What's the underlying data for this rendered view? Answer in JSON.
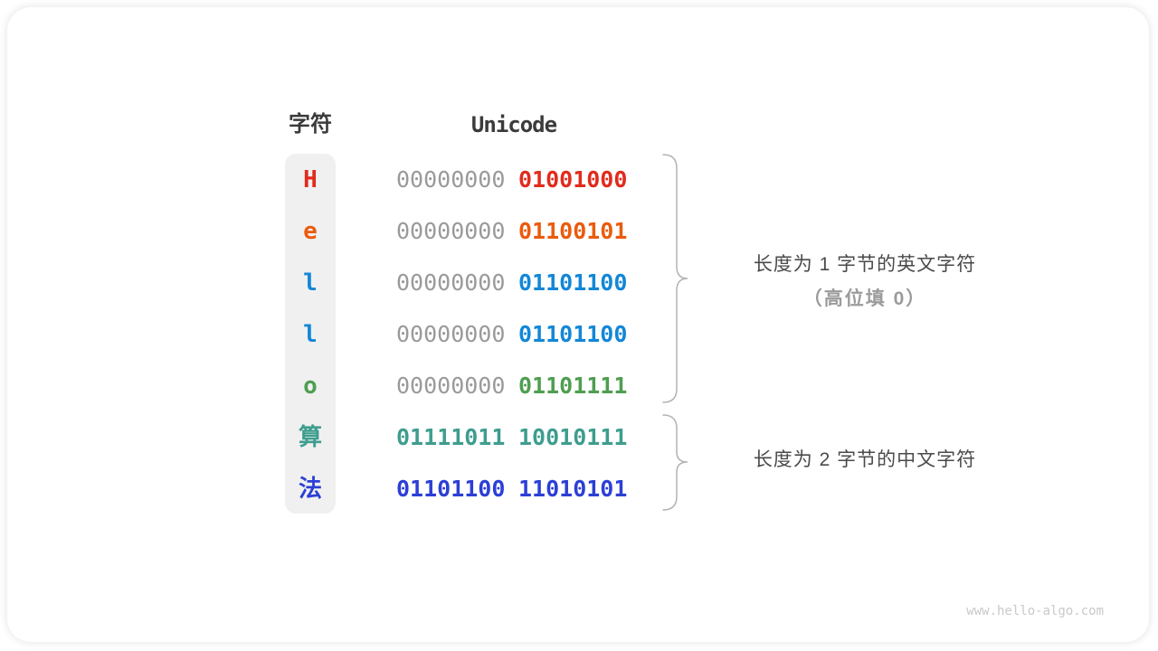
{
  "table": {
    "char_header": "字符",
    "unicode_header": "Unicode",
    "rows": [
      {
        "char": "H",
        "byte_high": "00000000",
        "byte_low": "01001000",
        "color": "#e12b1d",
        "byte_high_colored": false
      },
      {
        "char": "e",
        "byte_high": "00000000",
        "byte_low": "01100101",
        "color": "#ea5b0e",
        "byte_high_colored": false
      },
      {
        "char": "l",
        "byte_high": "00000000",
        "byte_low": "01101100",
        "color": "#1287d7",
        "byte_high_colored": false
      },
      {
        "char": "l",
        "byte_high": "00000000",
        "byte_low": "01101100",
        "color": "#1287d7",
        "byte_high_colored": false
      },
      {
        "char": "o",
        "byte_high": "00000000",
        "byte_low": "01101111",
        "color": "#4e9e50",
        "byte_high_colored": false
      },
      {
        "char": "算",
        "byte_high": "01111011",
        "byte_low": "10010111",
        "color": "#3e9d8e",
        "byte_high_colored": true
      },
      {
        "char": "法",
        "byte_high": "01101100",
        "byte_low": "11010101",
        "color": "#2c3fd6",
        "byte_high_colored": true
      }
    ]
  },
  "annotations": {
    "group1_line1": "长度为 1 字节的英文字符",
    "group1_line2": "（高位填 0）",
    "group2_line1": "长度为 2 字节的中文字符"
  },
  "watermark": "www.hello-algo.com",
  "colors": {
    "muted_digit": "#9a9a9a",
    "header_text": "#3b3b3b",
    "annotation_text": "#4a4a4a",
    "annotation_sub_text": "#9b9b9b",
    "char_band_bg": "#f0f0f0",
    "brace_stroke": "#b3b3b3",
    "watermark_text": "#c9c9c9"
  }
}
